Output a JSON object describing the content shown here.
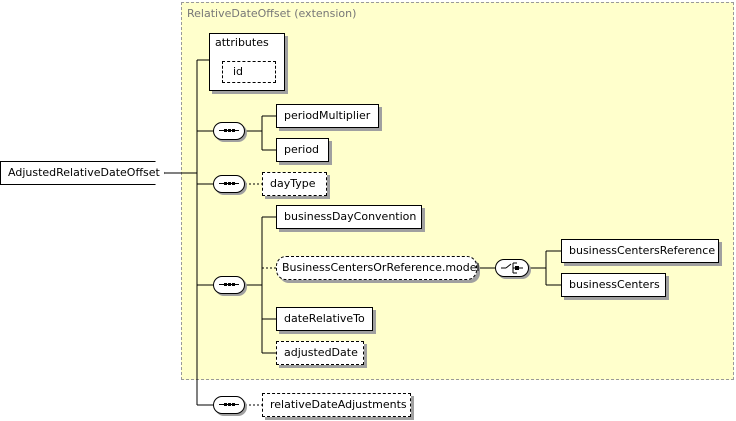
{
  "extension": {
    "title": "RelativeDateOffset (extension)"
  },
  "root": {
    "label": "AdjustedRelativeDateOffset"
  },
  "attributes": {
    "title": "attributes",
    "id": "id"
  },
  "elements": {
    "periodMultiplier": "periodMultiplier",
    "period": "period",
    "dayType": "dayType",
    "businessDayConvention": "businessDayConvention",
    "businessCentersOrReferenceModel": "BusinessCentersOrReference.model",
    "businessCentersReference": "businessCentersReference",
    "businessCenters": "businessCenters",
    "dateRelativeTo": "dateRelativeTo",
    "adjustedDate": "adjustedDate",
    "relativeDateAdjustments": "relativeDateAdjustments"
  }
}
